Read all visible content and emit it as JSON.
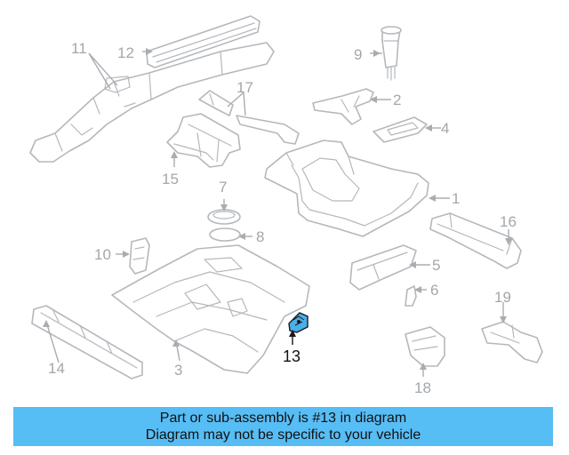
{
  "callouts": {
    "c1": "1",
    "c2": "2",
    "c3": "3",
    "c4": "4",
    "c5": "5",
    "c6": "6",
    "c7": "7",
    "c8": "8",
    "c9": "9",
    "c10": "10",
    "c11": "11",
    "c12": "12",
    "c13": "13",
    "c14": "14",
    "c15": "15",
    "c16": "16",
    "c17": "17",
    "c18": "18",
    "c19": "19"
  },
  "highlighted_part": "13",
  "banner": {
    "line1": "Part or sub-assembly is #13 in diagram",
    "line2": "Diagram may not be specific to your vehicle"
  },
  "colors": {
    "banner_bg": "#57bdf5",
    "highlight_part": "#4ab0e8",
    "outline_gray": "#b4b8bc"
  }
}
